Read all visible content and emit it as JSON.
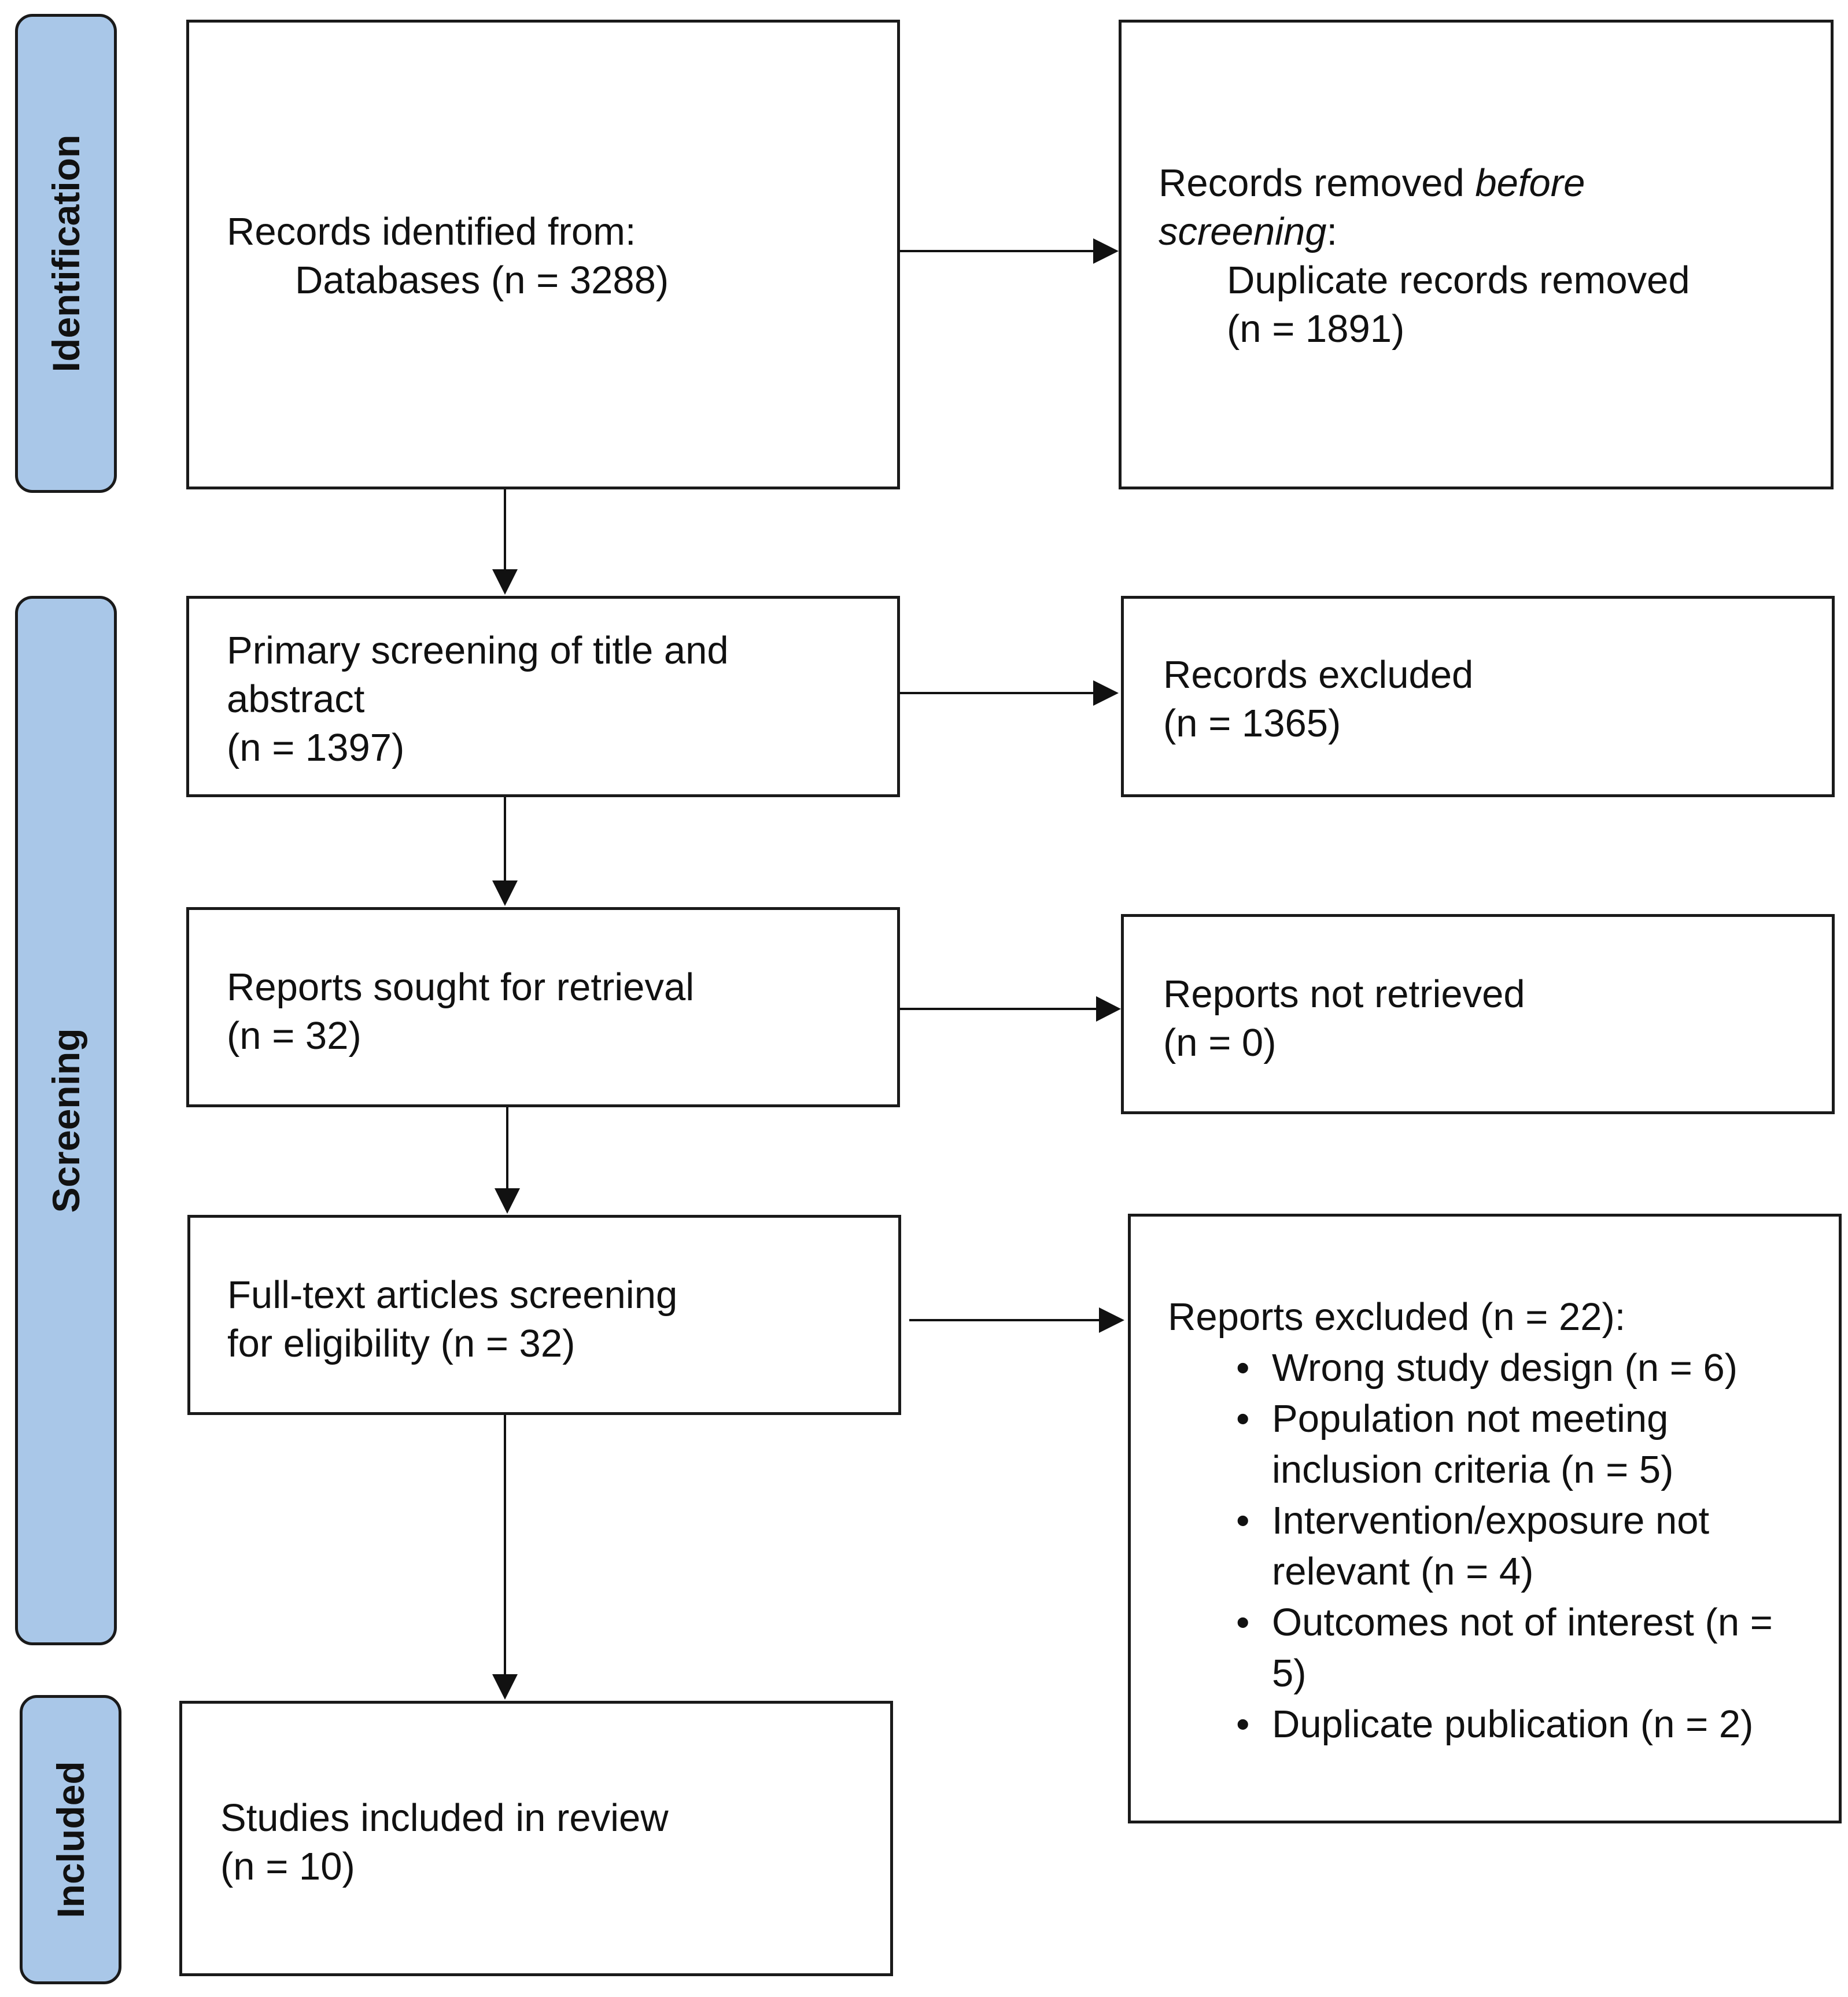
{
  "phases": {
    "identification": "Identification",
    "screening": "Screening",
    "included": "Included"
  },
  "boxes": {
    "identified": {
      "line1": "Records identified from:",
      "line2": "Databases (n = 3288)"
    },
    "removed": {
      "line1_a": "Records removed ",
      "line1_b": "before",
      "line2_a": "screening",
      "line2_b": ":",
      "line3": "Duplicate records removed",
      "line4": "(n = 1891)"
    },
    "primary_screening": {
      "line1": "Primary screening of title and",
      "line2": "abstract",
      "line3": "(n = 1397)"
    },
    "records_excluded": {
      "line1": "Records excluded",
      "line2": "(n = 1365)"
    },
    "sought": {
      "line1": "Reports sought for retrieval",
      "line2": "(n = 32)"
    },
    "not_retrieved": {
      "line1": "Reports not retrieved",
      "line2": "(n = 0)"
    },
    "fulltext": {
      "line1": "Full-text articles screening",
      "line2": "for eligibility (n = 32)"
    },
    "reports_excluded": {
      "title": "Reports excluded (n = 22):",
      "bullet": "•",
      "items": [
        [
          "Wrong study design (n = 6)"
        ],
        [
          "Population not meeting",
          "inclusion criteria (n = 5)"
        ],
        [
          "Intervention/exposure not",
          "relevant (n = 4)"
        ],
        [
          "Outcomes not of interest (n =",
          "5)"
        ],
        [
          "Duplicate publication (n = 2)"
        ]
      ]
    },
    "included": {
      "line1": "Studies included in review",
      "line2": "(n = 10)"
    }
  }
}
